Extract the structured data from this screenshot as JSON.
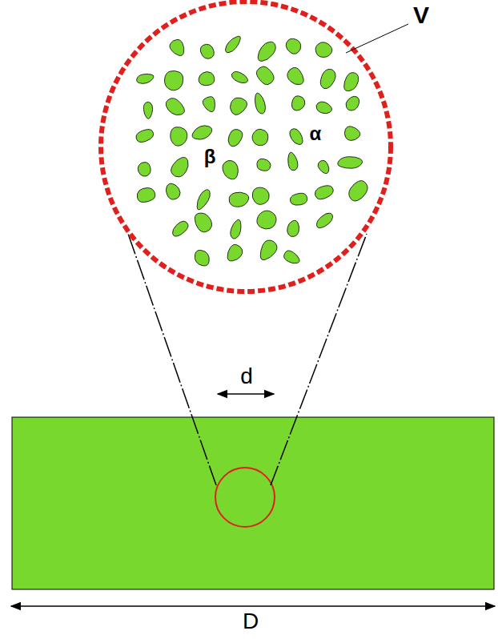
{
  "diagram": {
    "labels": [
      "V",
      "α",
      "β",
      "d",
      "D"
    ]
  }
}
